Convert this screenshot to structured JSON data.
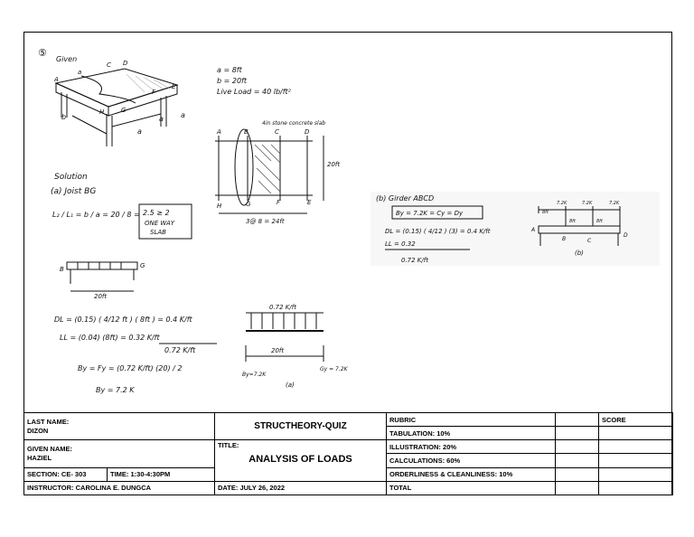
{
  "sketch": {
    "problem_no": "⑤",
    "given": "Given",
    "iso_labels": {
      "A": "A",
      "a": "a",
      "C": "C",
      "D": "D",
      "E": "E",
      "F": "F",
      "G": "G",
      "H": "H",
      "b": "b",
      "a1": "a",
      "a2": "a",
      "a3": "a"
    },
    "given_values": [
      "a = 8ft",
      "b = 20ft",
      "Live Load = 40 lb/ft²"
    ],
    "slab_note": "4in  stone concrete slab",
    "plan_labels": {
      "A": "A",
      "B": "B",
      "C": "C",
      "D": "D",
      "H": "H",
      "G": "G",
      "F": "F",
      "E": "E",
      "span": "20ft",
      "bays": "3@ 8 = 24ft"
    },
    "solution": "Solution",
    "part_a": "(a) Joist BG",
    "ratio_left": "L₂ / L₁ = b / a = 20 / 8 =",
    "ratio_box": [
      "2.5 ≥ 2",
      "ONE WAY",
      "SLAB"
    ],
    "joist_labels": {
      "B": "B",
      "G": "G",
      "span": "20ft"
    },
    "dl_line": "DL = (0.15) ( 4/12 ft ) ( 8ft ) = 0.4 K/ft",
    "ll_line": "LL = (0.04) (8ft) = 0.32 K/ft",
    "total_line": "0.72 K/ft",
    "by_line": "By = Fy = (0.72 K/ft) (20) / 2",
    "by_result": "By = 7.2 K",
    "fbd_load": "0.72 K/ft",
    "fbd_span": "20ft",
    "fbd_left": "By=7.2K",
    "fbd_right": "Gy = 7.2K",
    "fbd_caption": "(a)",
    "part_b": "(b) Girder ABCD",
    "girder_eq": "By = 7.2K = Cy = Dy",
    "girder_dl": "DL = (0.15) ( 4/12 ) (3) = 0.4 K/ft",
    "girder_ll": "LL = 0.32",
    "girder_total": "0.72 K/ft",
    "girder_loads": [
      "7.2K",
      "7.2K",
      "7.2K"
    ],
    "girder_spacing": [
      "8ft",
      "8ft",
      "8ft"
    ],
    "girder_nodes": {
      "A": "A",
      "B": "B",
      "C": "C",
      "D": "D"
    },
    "girder_caption": "(b)"
  },
  "titleblock": {
    "last_name_label": "LAST NAME:",
    "last_name": "DIZON",
    "given_name_label": "GIVEN NAME:",
    "given_name": "HAZIEL",
    "section": "SECTION: CE- 303",
    "time": "TIME: 1:30-4:30PM",
    "instructor": "INSTRUCTOR: CAROLINA E. DUNGCA",
    "course": "STRUCTHEORY-QUIZ",
    "title_label": "TITLE:",
    "title": "ANALYSIS OF LOADS",
    "date": "DATE: JULY 26, 2022",
    "rubric": "RUBRIC",
    "score": "SCORE",
    "rubric_items": [
      "TABULATION: 10%",
      "ILLUSTRATION: 20%",
      "CALCULATIONS: 60%",
      "ORDERLINESS & CLEANLINESS: 10%",
      "TOTAL"
    ]
  }
}
